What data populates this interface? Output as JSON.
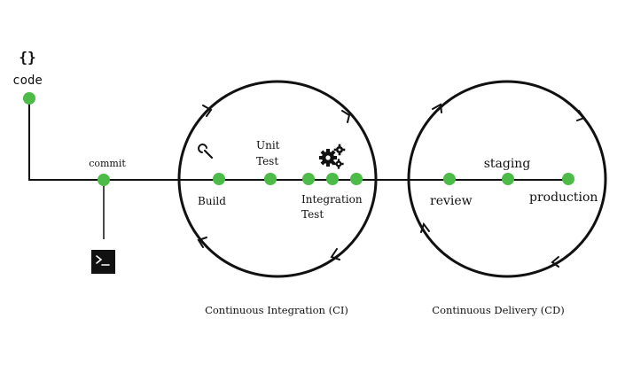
{
  "code": {
    "icon_text": "{}",
    "label": "code"
  },
  "commit": {
    "label": "commit"
  },
  "ci": {
    "build_label": "Build",
    "unit_test_label": [
      "Unit",
      "Test"
    ],
    "integration_test_label": [
      "Integration",
      "Test"
    ],
    "caption": "Continuous Integration (CI)"
  },
  "cd": {
    "review_label": "review",
    "staging_label": "staging",
    "production_label": "production",
    "caption": "Continuous Delivery (CD)"
  },
  "icons": [
    "curly-braces-icon",
    "terminal-icon",
    "wrench-icon",
    "gears-icon",
    "arrowhead-icon"
  ],
  "colors": {
    "node": "#4cbb47",
    "line": "#111111",
    "terminal_bg": "#111111"
  }
}
